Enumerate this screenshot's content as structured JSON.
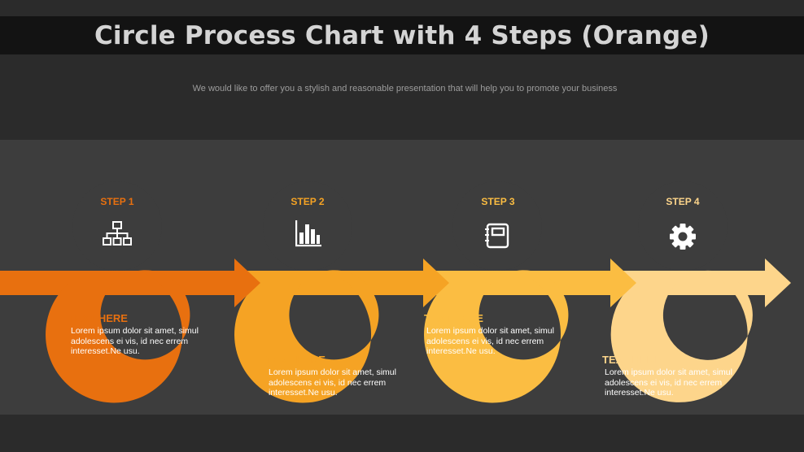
{
  "header": {
    "title": "Circle Process Chart with 4 Steps (Orange)",
    "subtitle": "We would like to offer you a stylish and reasonable presentation that will help you to promote your business"
  },
  "colors": {
    "step1": "#e8700f",
    "step2": "#f5a324",
    "step3": "#fbbd42",
    "step4": "#fdd58b"
  },
  "steps": [
    {
      "label": "STEP 1",
      "icon": "hierarchy-icon",
      "heading": "TEXT HERE",
      "body": "Lorem ipsum dolor sit amet, simul adolescens ei vis, id nec errem interesset.Ne usu."
    },
    {
      "label": "STEP 2",
      "icon": "bar-chart-icon",
      "heading": "TEXT HERE",
      "body": "Lorem ipsum dolor sit amet, simul adolescens ei vis, id nec errem interesset.Ne usu."
    },
    {
      "label": "STEP 3",
      "icon": "notebook-icon",
      "heading": "TEXT HERE",
      "body": "Lorem ipsum dolor sit amet, simul adolescens ei vis, id nec errem interesset.Ne usu."
    },
    {
      "label": "STEP 4",
      "icon": "gear-icon",
      "heading": "TEXT HERE",
      "body": "Lorem ipsum dolor sit amet, simul adolescens ei vis, id nec errem interesset.Ne usu."
    }
  ]
}
